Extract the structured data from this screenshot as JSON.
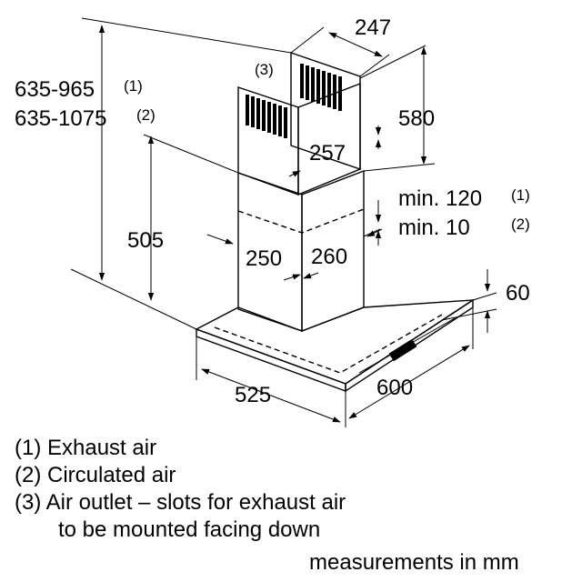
{
  "dimensions": {
    "height_exhaust": "635-965",
    "height_exhaust_note": "(1)",
    "height_circulated": "635-1075",
    "height_circulated_note": "(2)",
    "outlet_note": "(3)",
    "upper_chimney_width": "247",
    "upper_chimney_height": "580",
    "upper_chimney_depth": "257",
    "lower_chimney_height": "505",
    "lower_chimney_width": "250",
    "lower_chimney_depth": "260",
    "min_gap_exhaust": "min. 120",
    "min_gap_exhaust_note": "(1)",
    "min_gap_circulated": "min. 10",
    "min_gap_circulated_note": "(2)",
    "canopy_thickness": "60",
    "canopy_depth": "525",
    "canopy_width": "600"
  },
  "legend": [
    "(1) Exhaust air",
    "(2) Circulated air",
    "(3) Air outlet – slots for exhaust air",
    "to be mounted facing down"
  ],
  "units_note": "measurements in mm"
}
